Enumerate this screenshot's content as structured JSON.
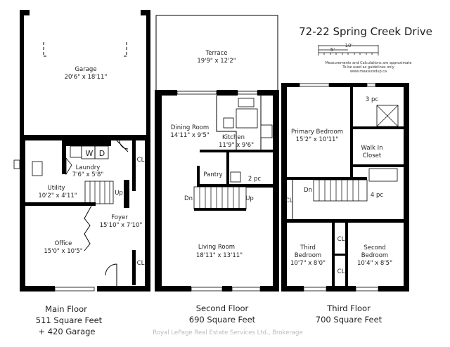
{
  "header": {
    "title": "72-22 Spring Creek Drive",
    "scale_labels": [
      "10'",
      "5'"
    ],
    "notes": [
      "Measurements and Calculations are approximate",
      "To be used as guidelines only",
      "www.measuredup.ca"
    ]
  },
  "floors": [
    {
      "name": "Main Floor",
      "area": "511 Square Feet",
      "extra": "+ 420 Garage",
      "rooms": [
        {
          "name": "Garage",
          "size": "20'6\" x 18'11\""
        },
        {
          "name": "Laundry",
          "size": "7'6\" x 5'8\""
        },
        {
          "name": "Utility",
          "size": "10'2\" x 4'11\""
        },
        {
          "name": "Foyer",
          "size": "15'10\" x 7'10\""
        },
        {
          "name": "Office",
          "size": "15'0\" x 10'5\""
        }
      ],
      "labels": [
        "W",
        "D",
        "CL",
        "CL",
        "Up"
      ]
    },
    {
      "name": "Second Floor",
      "area": "690 Square Feet",
      "rooms": [
        {
          "name": "Terrace",
          "size": "19'9\" x 12'2\""
        },
        {
          "name": "Dining Room",
          "size": "14'11\" x 9'5\""
        },
        {
          "name": "Kitchen",
          "size": "11'9\" x 9'6\""
        },
        {
          "name": "Pantry",
          "size": ""
        },
        {
          "name": "2 pc",
          "size": ""
        },
        {
          "name": "Living Room",
          "size": "18'11\" x 13'11\""
        }
      ],
      "labels": [
        "Dn",
        "Up"
      ]
    },
    {
      "name": "Third Floor",
      "area": "700 Square Feet",
      "rooms": [
        {
          "name": "Primary Bedroom",
          "size": "15'2\" x 10'11\""
        },
        {
          "name": "3 pc",
          "size": ""
        },
        {
          "name": "Walk In",
          "size": "Closet"
        },
        {
          "name": "4 pc",
          "size": ""
        },
        {
          "name": "Third",
          "size": "Bedroom",
          "size2": "10'7\" x 8'0\""
        },
        {
          "name": "Second",
          "size": "Bedroom",
          "size2": "10'4\" x 8'5\""
        }
      ],
      "labels": [
        "Dn",
        "CL",
        "CL",
        "CL"
      ]
    }
  ],
  "watermark": "Royal LePage Real Estate Services Ltd., Brokerage"
}
